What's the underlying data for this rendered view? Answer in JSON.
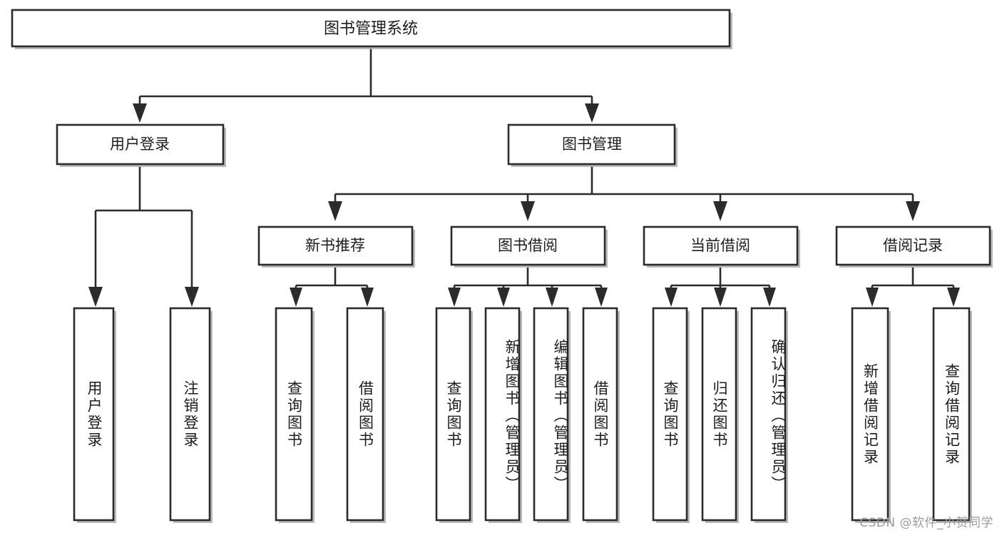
{
  "diagram": {
    "title": "图书管理系统",
    "type": "tree-hierarchy",
    "orientation": "top-down",
    "colors": {
      "box_fill": "#ffffff",
      "box_stroke": "#2b2b2b",
      "text": "#1c1c1c",
      "shadow": "#aeaeae",
      "background": "#ffffff",
      "watermark": "#9b9b9b"
    },
    "root": {
      "label": "图书管理系统",
      "orientation": "horizontal"
    },
    "level2": [
      {
        "label": "用户登录",
        "orientation": "horizontal"
      },
      {
        "label": "图书管理",
        "orientation": "horizontal"
      }
    ],
    "level3": [
      {
        "label": "新书推荐",
        "orientation": "horizontal"
      },
      {
        "label": "图书借阅",
        "orientation": "horizontal"
      },
      {
        "label": "当前借阅",
        "orientation": "horizontal"
      },
      {
        "label": "借阅记录",
        "orientation": "horizontal"
      }
    ],
    "leaves": {
      "user_login": [
        {
          "label": "用户登录",
          "orientation": "vertical"
        },
        {
          "label": "注销登录",
          "orientation": "vertical"
        }
      ],
      "new_book_recommend": [
        {
          "label": "查询图书",
          "orientation": "vertical"
        },
        {
          "label": "借阅图书",
          "orientation": "vertical"
        }
      ],
      "book_borrow": [
        {
          "label": "查询图书",
          "orientation": "vertical"
        },
        {
          "label": "新增图书（管理员）",
          "orientation": "vertical"
        },
        {
          "label": "编辑图书（管理员）",
          "orientation": "vertical"
        },
        {
          "label": "借阅图书",
          "orientation": "vertical"
        }
      ],
      "current_borrow": [
        {
          "label": "查询图书",
          "orientation": "vertical"
        },
        {
          "label": "归还图书",
          "orientation": "vertical"
        },
        {
          "label": "确认归还（管理员）",
          "orientation": "vertical"
        }
      ],
      "borrow_record": [
        {
          "label": "新增借阅记录",
          "orientation": "vertical"
        },
        {
          "label": "查询借阅记录",
          "orientation": "vertical"
        }
      ]
    }
  },
  "watermark": {
    "text": "CSDN @软件_小贺同学"
  }
}
